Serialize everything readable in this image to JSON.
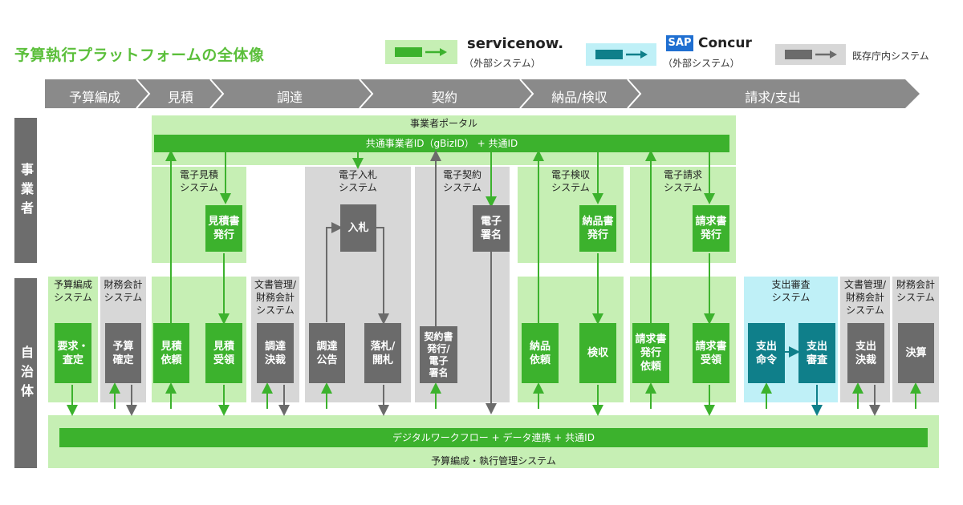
{
  "title": "予算執行プラットフォームの全体像",
  "legend": {
    "servicenow": {
      "brand": "servicenow.",
      "note": "（外部システム）"
    },
    "concur": {
      "brand_sap": "SAP",
      "brand": "Concur",
      "note": "（外部システム）"
    },
    "internal": {
      "label": "既存庁内システム"
    }
  },
  "phases": [
    "予算編成",
    "見積",
    "調達",
    "契約",
    "納品/検収",
    "請求/支出"
  ],
  "side": {
    "business": "事業者",
    "government": "自治体"
  },
  "portal": {
    "title": "事業者ポータル",
    "id_bar": "共通事業者ID（gBizID） + 共通ID"
  },
  "business_systems": {
    "estimate": "電子見積\nシステム",
    "bid": "電子入札\nシステム",
    "contract": "電子契約\nシステム",
    "inspection": "電子検収\nシステム",
    "invoice": "電子請求\nシステム"
  },
  "business_boxes": {
    "estimate_issue": "見積書\n発行",
    "bid": "入札",
    "esign": "電子\n署名",
    "delivery_issue": "納品書\n発行",
    "invoice_issue": "請求書\n発行"
  },
  "gov_systems": {
    "budget": "予算編成\nシステム",
    "finance1": "財務会計\nシステム",
    "doc1": "文書管理/\n財務会計\nシステム",
    "payment": "支出審査\nシステム",
    "doc2": "文書管理/\n財務会計\nシステム",
    "finance2": "財務会計\nシステム"
  },
  "gov_boxes": {
    "request": "要求・\n査定",
    "budget_confirm": "予算\n確定",
    "estimate_request": "見積\n依頼",
    "estimate_receive": "見積\n受領",
    "procure_decision": "調達\n決裁",
    "procure_notice": "調達\n公告",
    "award": "落札/\n開札",
    "contract_issue": "契約書\n発行/\n電子\n署名",
    "delivery_request": "納品\n依頼",
    "inspection": "検収",
    "invoice_request": "請求書\n発行\n依頼",
    "invoice_receive": "請求書\n受領",
    "pay_order": "支出\n命令",
    "pay_review": "支出\n審査",
    "pay_decision": "支出\n決裁",
    "settlement": "決算"
  },
  "bottom": {
    "workflow": "デジタルワークフロー + データ連携 + 共通ID",
    "mgmt": "予算編成・執行管理システム"
  },
  "colors": {
    "green": "#3cb22d",
    "light_green": "#c6efb4",
    "gray": "#6b6b6b",
    "light_gray": "#d7d7d7",
    "teal": "#0f7f8a",
    "light_blue": "#bff0f7",
    "phase": "#8a8a8a"
  }
}
